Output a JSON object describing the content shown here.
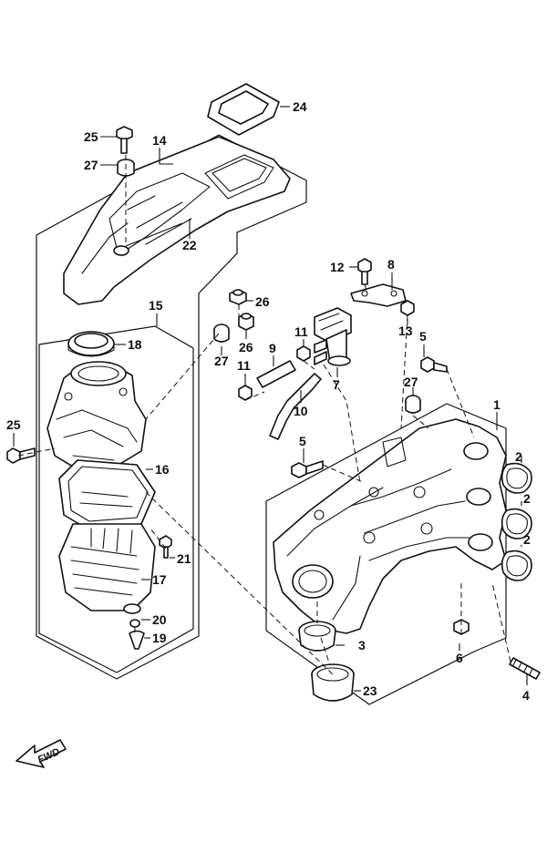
{
  "diagram": {
    "direction_label": "FWD",
    "callouts": [
      {
        "id": "c1",
        "text": "1"
      },
      {
        "id": "c2a",
        "text": "2"
      },
      {
        "id": "c2b",
        "text": "2"
      },
      {
        "id": "c2c",
        "text": "2"
      },
      {
        "id": "c3",
        "text": "3"
      },
      {
        "id": "c4",
        "text": "4"
      },
      {
        "id": "c5a",
        "text": "5"
      },
      {
        "id": "c5b",
        "text": "5"
      },
      {
        "id": "c6",
        "text": "6"
      },
      {
        "id": "c7",
        "text": "7"
      },
      {
        "id": "c8",
        "text": "8"
      },
      {
        "id": "c9",
        "text": "9"
      },
      {
        "id": "c10",
        "text": "10"
      },
      {
        "id": "c11a",
        "text": "11"
      },
      {
        "id": "c11b",
        "text": "11"
      },
      {
        "id": "c12",
        "text": "12"
      },
      {
        "id": "c13",
        "text": "13"
      },
      {
        "id": "c14",
        "text": "14"
      },
      {
        "id": "c15",
        "text": "15"
      },
      {
        "id": "c16",
        "text": "16"
      },
      {
        "id": "c17",
        "text": "17"
      },
      {
        "id": "c18",
        "text": "18"
      },
      {
        "id": "c19",
        "text": "19"
      },
      {
        "id": "c20",
        "text": "20"
      },
      {
        "id": "c21",
        "text": "21"
      },
      {
        "id": "c22",
        "text": "22"
      },
      {
        "id": "c23",
        "text": "23"
      },
      {
        "id": "c24",
        "text": "24"
      },
      {
        "id": "c25a",
        "text": "25"
      },
      {
        "id": "c25b",
        "text": "25"
      },
      {
        "id": "c26a",
        "text": "26"
      },
      {
        "id": "c26b",
        "text": "26"
      },
      {
        "id": "c27a",
        "text": "27"
      },
      {
        "id": "c27b",
        "text": "27"
      },
      {
        "id": "c27c",
        "text": "27"
      }
    ]
  }
}
